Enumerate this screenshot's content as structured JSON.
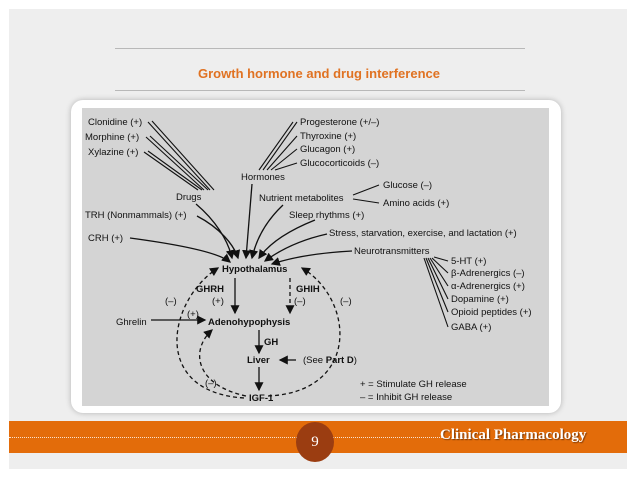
{
  "slide": {
    "title": "Growth hormone and drug interference",
    "page_number": "9",
    "footer_text": "Clinical Pharmacology"
  },
  "diagram": {
    "left_drugs": [
      "Clonidine (+)",
      "Morphine (+)",
      "Xylazine (+)"
    ],
    "drugs": "Drugs",
    "trh": "TRH (Nonmammals) (+)",
    "crh": "CRH (+)",
    "hormones": "Hormones",
    "hormone_list": [
      "Progesterone (+/–)",
      "Thyroxine (+)",
      "Glucagon (+)",
      "Glucocorticoids (–)"
    ],
    "nutrient": "Nutrient metabolites",
    "glucose": "Glucose (–)",
    "amino": "Amino acids (+)",
    "sleep": "Sleep rhythms (+)",
    "stress": "Stress, starvation, exercise, and lactation (+)",
    "neuro": "Neurotransmitters",
    "neuro_list": [
      "5-HT (+)",
      "β-Adrenergics (–)",
      "α-Adrenergics (+)",
      "Dopamine (+)",
      "Opioid peptides (+)",
      "GABA (+)"
    ],
    "hypothalamus": "Hypothalamus",
    "ghrh": "GHRH",
    "ghrh_sign": "(+)",
    "ghih": "GHIH",
    "ghih_sign": "(–)",
    "neg_left": "(–)",
    "neg_right": "(–)",
    "ghrelin": "Ghrelin",
    "ghrelin_sign": "(+)",
    "adeno": "Adenohypophysis",
    "gh": "GH",
    "liver": "Liver",
    "see_part": "(See ",
    "see_part_bold": "Part D",
    "see_part_end": ")",
    "igf_neg": "(–)",
    "igf": "IGF-1",
    "legend_plus": "+ = Stimulate GH release",
    "legend_minus": "– = Inhibit GH release"
  }
}
